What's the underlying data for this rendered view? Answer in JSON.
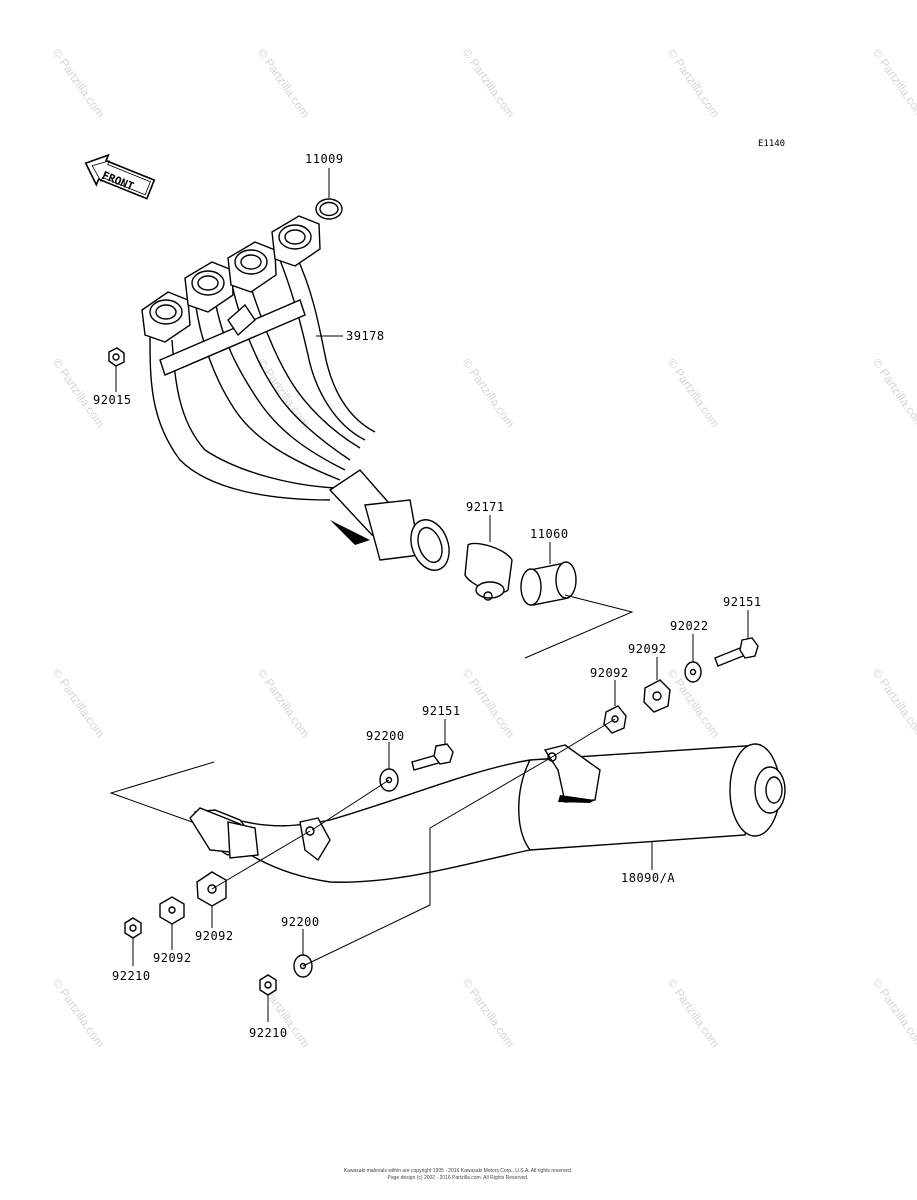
{
  "diagram": {
    "code": "E1140",
    "front_label": "FRONT",
    "watermark": "© Partzilla.com",
    "parts": {
      "gasket_top": "11009",
      "exhaust_pipe": "39178",
      "nut_head": "92015",
      "clamp": "92171",
      "gasket_connector": "11060",
      "bolt_right": "92151",
      "washer_right": "92022",
      "damper_right_upper": "92092",
      "damper_right_lower": "92092",
      "bolt_middle": "92151",
      "washer_middle": "92200",
      "muffler": "18090/A",
      "damper_left_a": "92092",
      "damper_left_b": "92092",
      "washer_lower": "92200",
      "nut_left": "92210",
      "nut_lower": "92210"
    },
    "footer": {
      "line1": "Kawasaki materials within are copyright 1995 - 2016 Kawasaki Motors Corp., U.S.A. All rights reserved.",
      "line2": "Page design (c) 2002 - 2016 Partzilla.com. All Rights Reserved."
    }
  }
}
